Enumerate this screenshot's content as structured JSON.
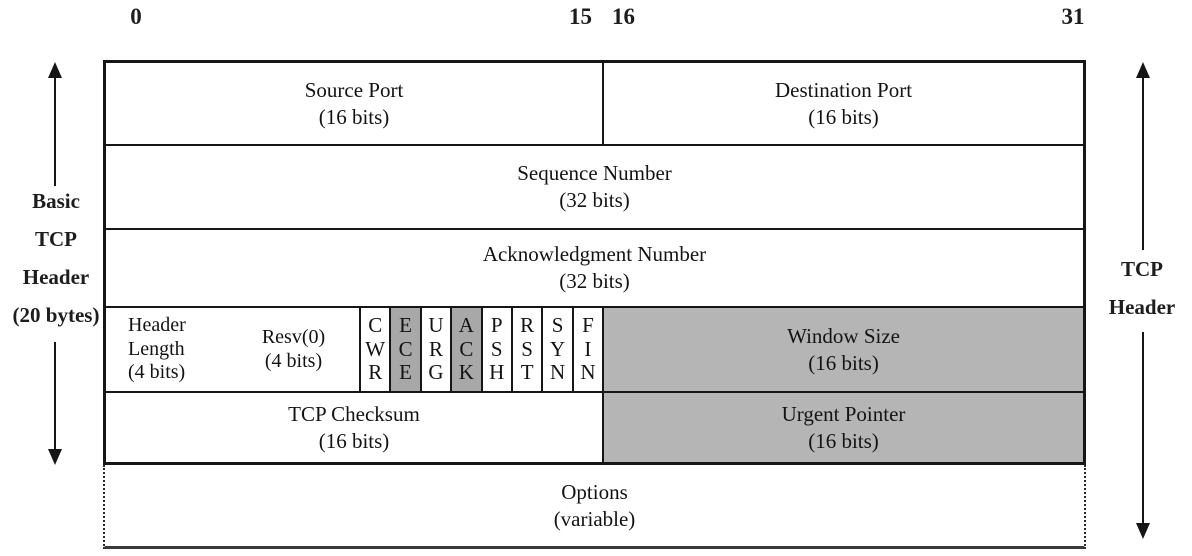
{
  "title": "TCP Header diagram",
  "colors": {
    "shaded_region": "#b5b5b5",
    "shaded_flag": "#a8a8a8"
  },
  "bit_ruler": {
    "start": "0",
    "mid_left": "15",
    "mid_right": "16",
    "end": "31"
  },
  "side_labels": {
    "left": {
      "lines": [
        "Basic",
        "TCP",
        "Header",
        "(20 bytes)"
      ]
    },
    "right": {
      "lines": [
        "TCP",
        "Header"
      ]
    }
  },
  "fields": {
    "source_port": {
      "title": "Source Port",
      "size": "(16 bits)"
    },
    "destination_port": {
      "title": "Destination Port",
      "size": "(16 bits)"
    },
    "sequence_number": {
      "title": "Sequence Number",
      "size": "(32 bits)"
    },
    "acknowledgment_number": {
      "title": "Acknowledgment Number",
      "size": "(32 bits)"
    },
    "header_length": {
      "line1": "Header",
      "line2": "Length",
      "size": "(4 bits)"
    },
    "reserved": {
      "title": "Resv(0)",
      "size": "(4 bits)"
    },
    "window_size": {
      "title": "Window Size",
      "size": "(16 bits)"
    },
    "tcp_checksum": {
      "title": "TCP Checksum",
      "size": "(16 bits)"
    },
    "urgent_pointer": {
      "title": "Urgent Pointer",
      "size": "(16 bits)"
    },
    "options": {
      "title": "Options",
      "size": "(variable)"
    }
  },
  "flags": [
    {
      "name": "CWR",
      "letters": [
        "C",
        "W",
        "R"
      ],
      "shaded": false
    },
    {
      "name": "ECE",
      "letters": [
        "E",
        "C",
        "E"
      ],
      "shaded": true
    },
    {
      "name": "URG",
      "letters": [
        "U",
        "R",
        "G"
      ],
      "shaded": false
    },
    {
      "name": "ACK",
      "letters": [
        "A",
        "C",
        "K"
      ],
      "shaded": true
    },
    {
      "name": "PSH",
      "letters": [
        "P",
        "S",
        "H"
      ],
      "shaded": false
    },
    {
      "name": "RST",
      "letters": [
        "R",
        "S",
        "T"
      ],
      "shaded": false
    },
    {
      "name": "SYN",
      "letters": [
        "S",
        "Y",
        "N"
      ],
      "shaded": false
    },
    {
      "name": "FIN",
      "letters": [
        "F",
        "I",
        "N"
      ],
      "shaded": false
    }
  ]
}
